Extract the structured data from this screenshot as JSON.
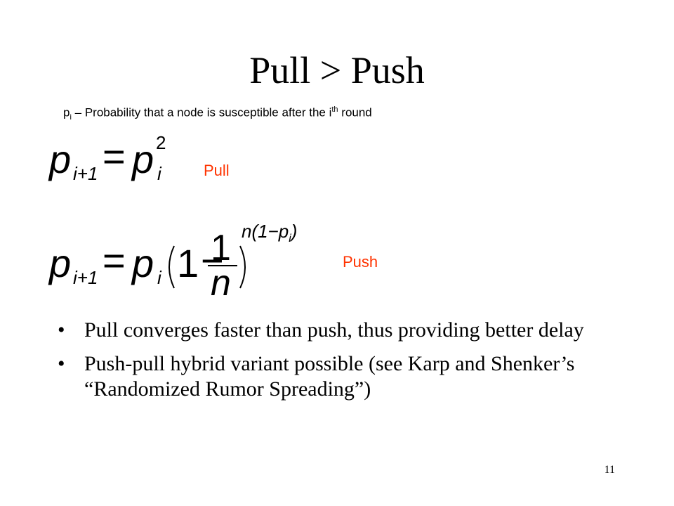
{
  "slide": {
    "title": "Pull > Push",
    "definition": {
      "p": "p",
      "sub": "i",
      "text_before": " – Probability that a node is susceptible after the i",
      "sup": "th",
      "text_after": " round"
    },
    "equations": {
      "pull": {
        "lhs_var": "p",
        "lhs_sub": "i+1",
        "eq": "=",
        "rhs_var": "p",
        "rhs_sub": "i",
        "rhs_exp": "2",
        "label": "Pull"
      },
      "push": {
        "lhs_var": "p",
        "lhs_sub": "i+1",
        "eq": "=",
        "rhs_var": "p",
        "rhs_sub": "i",
        "one": "1",
        "minus": "−",
        "frac_num": "1",
        "frac_den": "n",
        "exponent": "n(1−p",
        "exponent_sub": "i",
        "exponent_close": ")",
        "label": "Push"
      }
    },
    "bullets": [
      "Pull converges faster than push, thus providing better delay",
      "Push-pull hybrid variant possible (see Karp and Shenker’s “Randomized Rumor Spreading”)"
    ],
    "page_number": "11",
    "colors": {
      "label": "#ff3300",
      "text": "#000000",
      "background": "#ffffff"
    }
  }
}
